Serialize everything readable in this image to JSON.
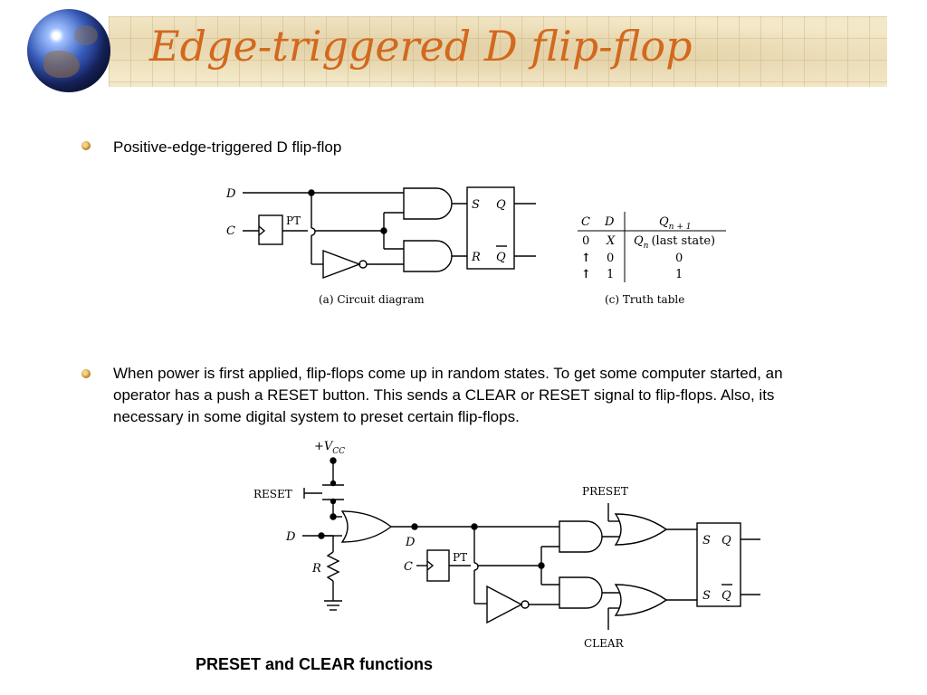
{
  "slide": {
    "title": "Edge-triggered D flip-flop",
    "bullets": [
      "Positive-edge-triggered D flip-flop",
      "When power is first applied, flip-flops come up in random states. To get some computer started, an operator has a push a RESET button. This sends a CLEAR or RESET signal to flip-flops. Also, its necessary in some digital system to preset certain flip-flops."
    ],
    "caption": "PRESET and CLEAR functions"
  },
  "diagram1": {
    "input_d": "D",
    "input_c": "C",
    "pt_label": "PT",
    "s_label": "S",
    "r_label": "R",
    "q_label": "Q",
    "qbar_label": "Q",
    "caption": "(a) Circuit diagram"
  },
  "truth_table": {
    "header_c": "C",
    "header_d": "D",
    "header_q": "Q",
    "header_q_sub": "n + 1",
    "rows": [
      {
        "c": "0",
        "d": "X",
        "q": "Q",
        "q_sub": "n",
        "q_note": "(last state)"
      },
      {
        "c": "↑",
        "d": "0",
        "q": "0"
      },
      {
        "c": "↑",
        "d": "1",
        "q": "1"
      }
    ],
    "caption": "(c) Truth table"
  },
  "diagram2": {
    "vcc": "+V",
    "vcc_sub": "CC",
    "reset": "RESET",
    "d_in": "D",
    "r_res": "R",
    "d_mid": "D",
    "c_in": "C",
    "pt_label": "PT",
    "preset": "PRESET",
    "clear": "CLEAR",
    "s_top": "S",
    "q_top": "Q",
    "s_bot": "S",
    "qbar": "Q"
  },
  "icons": {
    "logo": "globe-icon",
    "bullet": "bullet-icon"
  },
  "colors": {
    "title": "#d2691e",
    "header_band": "#f3e8c8"
  }
}
